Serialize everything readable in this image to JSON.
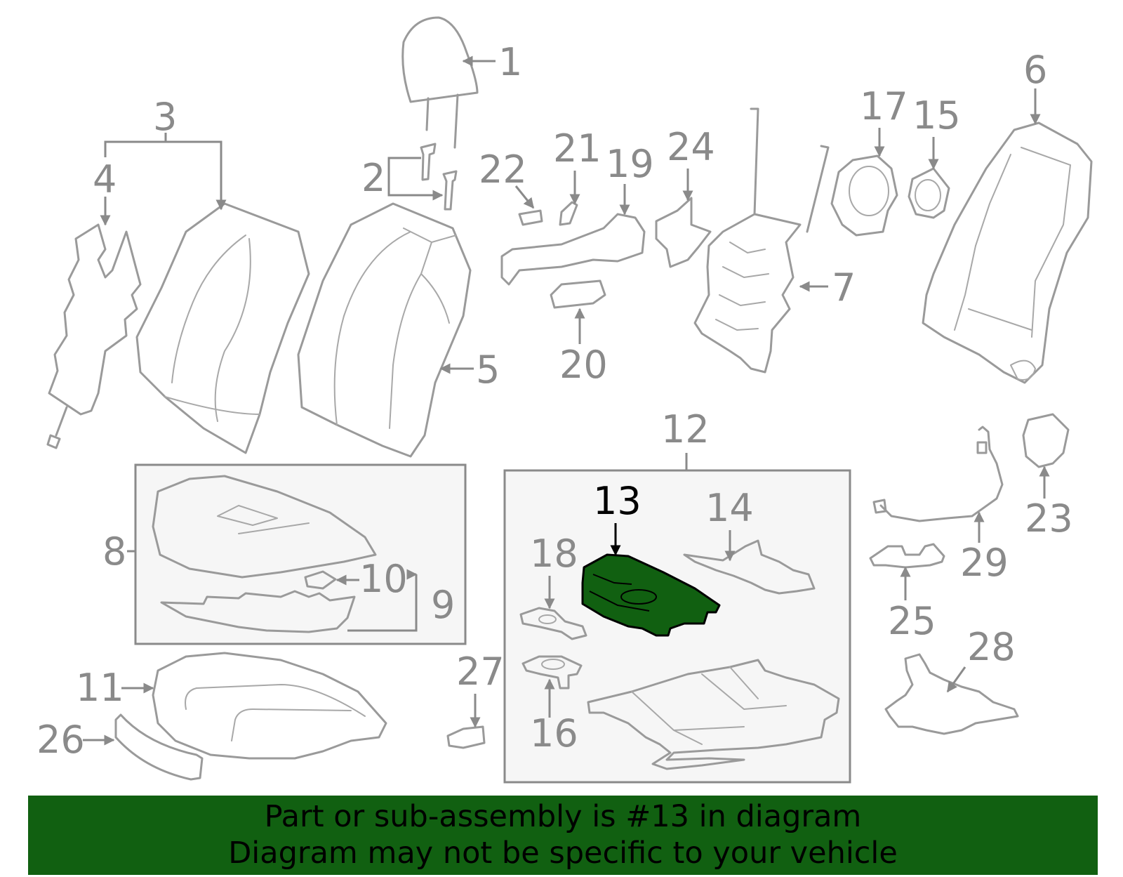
{
  "diagram": {
    "highlight_color": "#116011",
    "highlighted_part": "13",
    "callouts": [
      "1",
      "2",
      "3",
      "4",
      "5",
      "6",
      "7",
      "8",
      "9",
      "10",
      "11",
      "12",
      "13",
      "14",
      "15",
      "16",
      "17",
      "18",
      "19",
      "20",
      "21",
      "22",
      "23",
      "24",
      "25",
      "26",
      "27",
      "28",
      "29"
    ]
  },
  "banner": {
    "line1": "Part or sub-assembly is #13 in diagram",
    "line2": "Diagram may not be specific to your vehicle",
    "background": "#116011"
  }
}
